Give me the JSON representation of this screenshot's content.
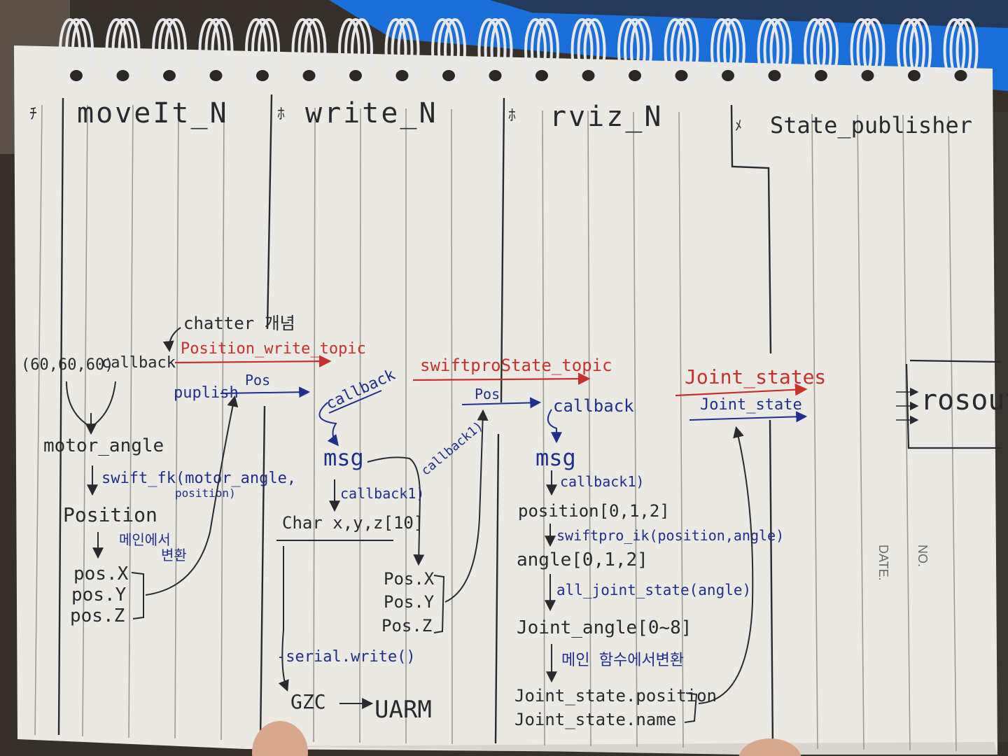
{
  "columns": [
    {
      "marker": "ﾁ",
      "title": "moveIt_N"
    },
    {
      "marker": "ﾎ",
      "title": "write_N"
    },
    {
      "marker": "ﾎ",
      "title": "rviz_N"
    },
    {
      "marker": "ﾒ",
      "title": "State_publisher"
    }
  ],
  "topics": {
    "position_write": "Position_write_topic",
    "swiftpro_state": "swiftproState_topic",
    "joint_states": "Joint_states",
    "chatter_note": "chatter 개념"
  },
  "moveit": {
    "input": "(60,60,60)",
    "callback": "callback",
    "motor_angle": "motor_angle",
    "swift_fk_1": "swift_fk(motor_angle,",
    "swift_fk_2": "position)",
    "position": "Position",
    "main_note_1": "메인에서",
    "main_note_2": "변환",
    "pos_x": "pos.X",
    "pos_y": "pos.Y",
    "pos_z": "pos.Z",
    "publish": "puplish",
    "pos_label": "Pos"
  },
  "write": {
    "callback": "callback",
    "msg": "msg",
    "callback1": "callback1)",
    "callback2": "callback1)",
    "char": "Char  x,y,z[10]",
    "pos_x": "Pos.X",
    "pos_y": "Pos.Y",
    "pos_z": "Pos.Z",
    "serial": "-serial.write()",
    "gzc": "GZC",
    "uarm": "UARM",
    "pos_label": "Pos"
  },
  "rviz": {
    "callback": "callback",
    "msg": "msg",
    "callback1": "callback1)",
    "position": "position[0,1,2]",
    "ik": "swiftpro_ik(position,angle)",
    "angle": "angle[0,1,2]",
    "all_joint": "all_joint_state(angle)",
    "joint_angle": "Joint_angle[0~8]",
    "main_convert": "메인 함수에서변환",
    "joint_position": "Joint_state.position",
    "joint_name": "Joint_state.name"
  },
  "state_pub": {
    "joint_state": "Joint_state"
  },
  "rosout": "rosout",
  "page_labels": {
    "date": "DATE.",
    "no": "NO."
  },
  "colors": {
    "ink_black": "#2a2a2e",
    "ink_blue": "#1f2f8f",
    "ink_red": "#c8302a",
    "paper": "#ebe9e4"
  }
}
